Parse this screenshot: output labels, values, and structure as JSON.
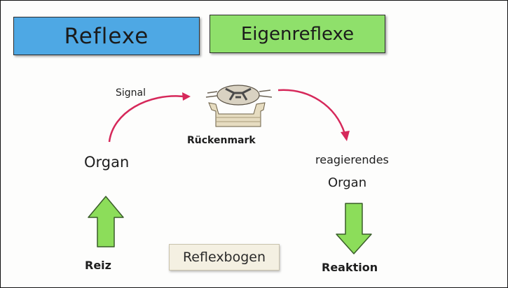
{
  "cards": {
    "reflexe": "Reflexe",
    "eigenreflexe": "Eigenreflexe",
    "reflexbogen": "Reflexbogen"
  },
  "labels": {
    "signal": "Signal",
    "rueckenmark": "Rückenmark",
    "organ": "Organ",
    "reagierendes": "reagierendes",
    "reagierendes_organ": "Organ",
    "reiz": "Reiz",
    "reaktion": "Reaktion"
  },
  "colors": {
    "reflexe_card": "#4ea8e4",
    "eigenreflexe_card": "#8fe06b",
    "arc": "#d6285a",
    "arrow_green": "#8cdd5a"
  },
  "icons": {
    "spinal_cord": "spinal-cord-icon",
    "up_arrow": "up-arrow-icon",
    "down_arrow": "down-arrow-icon"
  }
}
